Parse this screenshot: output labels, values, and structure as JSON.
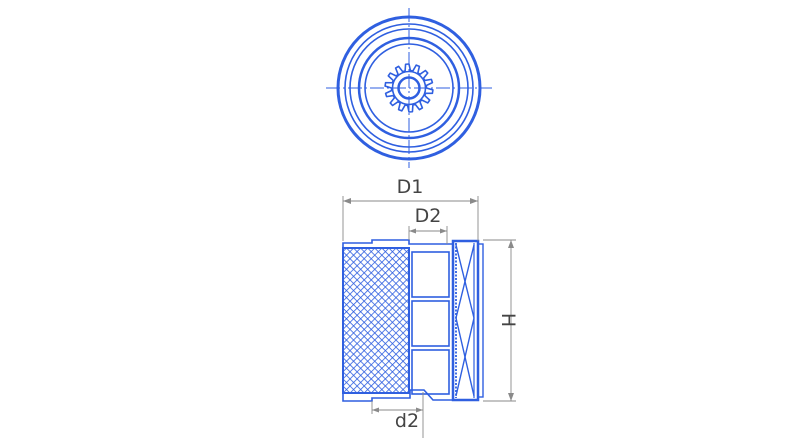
{
  "labels": {
    "d1": "D1",
    "d2": "D2",
    "h": "H",
    "d2_small": "d2"
  },
  "colors": {
    "line_blue": "#2f5fe0",
    "dim_gray": "#8a8a8a",
    "text": "#444444",
    "background": "#ffffff"
  }
}
